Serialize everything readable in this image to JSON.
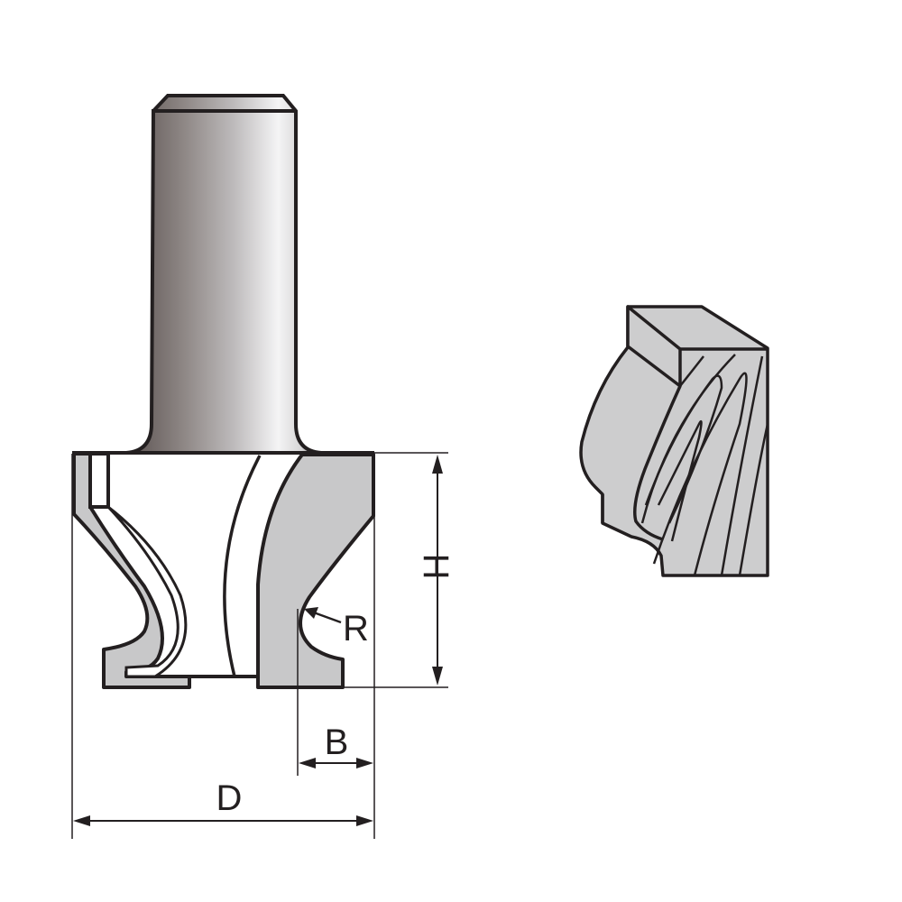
{
  "diagram": {
    "subject": "router bit profile drawing",
    "components": [
      "shank",
      "cutter body",
      "carbide wings",
      "workpiece profile sample"
    ],
    "dimension_labels": {
      "height": "H",
      "radius": "R",
      "depth": "B",
      "diameter": "D"
    },
    "colors": {
      "outline": "#231f20",
      "carbide_fill": "#c8c8c9",
      "workpiece_fill": "#cdcdce",
      "background": "#ffffff"
    }
  }
}
